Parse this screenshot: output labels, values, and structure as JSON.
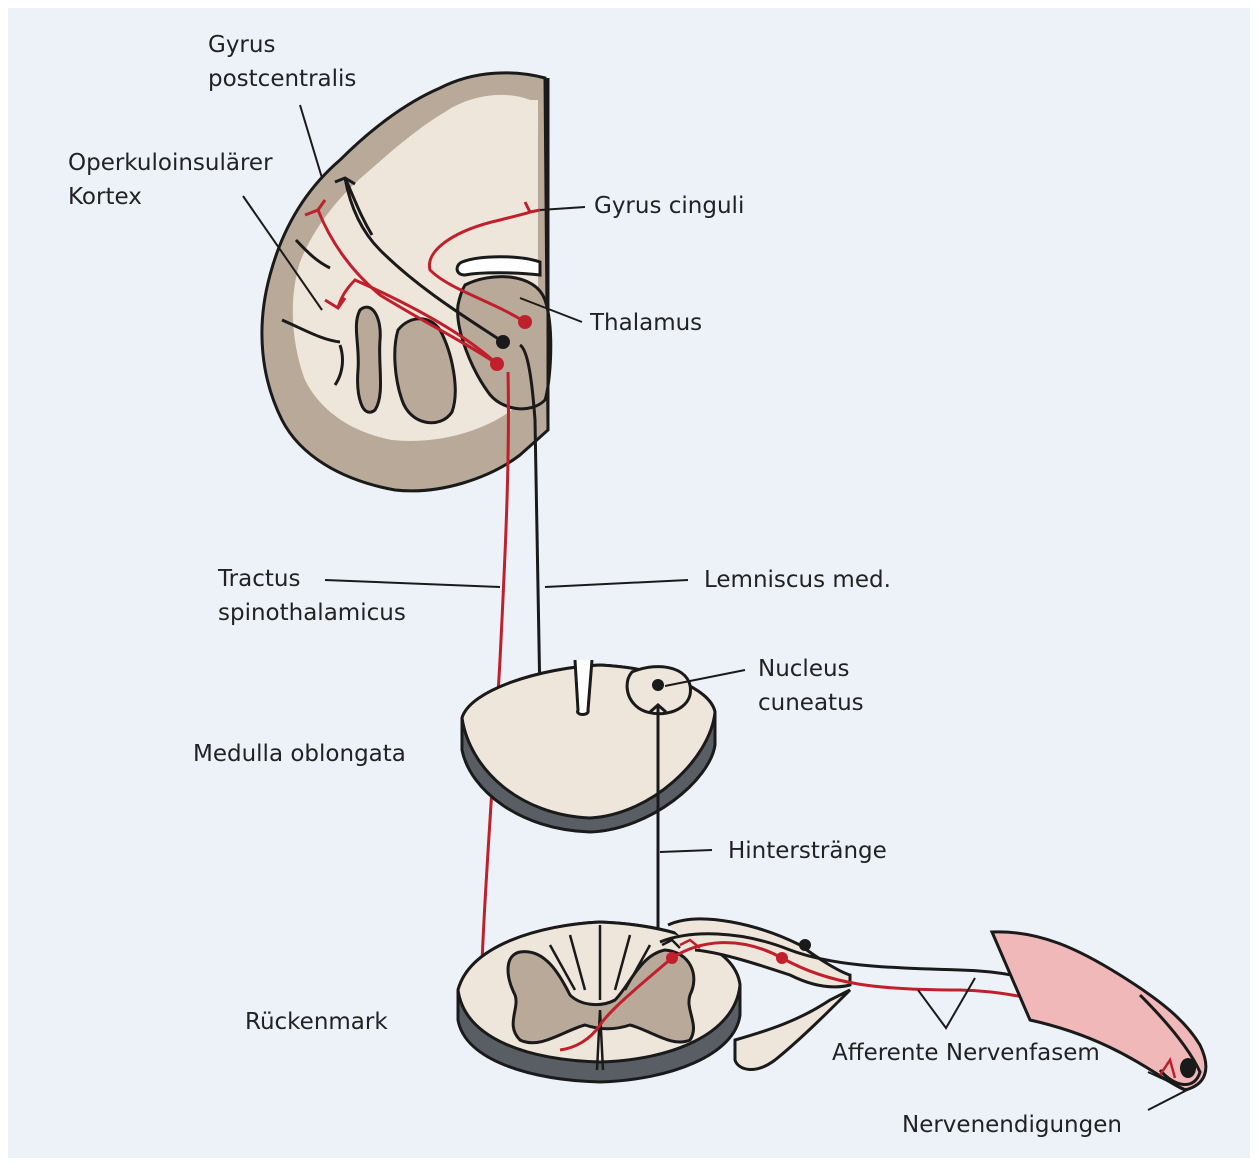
{
  "labels": {
    "gyrus_postcentralis": [
      "Gyrus",
      "postcentralis"
    ],
    "operkuloinsular": [
      "Operkuloinsulärer",
      "Kortex"
    ],
    "gyrus_cinguli": "Gyrus cinguli",
    "thalamus": "Thalamus",
    "tractus_spinothalamicus": [
      "Tractus",
      "spinothalamicus"
    ],
    "lemniscus_med": "Lemniscus med.",
    "nucleus_cuneatus": [
      "Nucleus",
      "cuneatus"
    ],
    "medulla_oblongata": "Medulla oblongata",
    "hinterstraenge": "Hinterstränge",
    "rueckenmark": "Rückenmark",
    "afferente_nervenfasern": "Afferente Nervenfasem",
    "nervenendigungen": "Nervenendigungen"
  },
  "colors": {
    "background": "#edf2f8",
    "gray_matter": "#b9a999",
    "white_matter": "#efe6db",
    "outline": "#1a1a1a",
    "pathway_red": "#c0202c",
    "skin": "#f0b8b8",
    "shadow": "#595e64"
  }
}
